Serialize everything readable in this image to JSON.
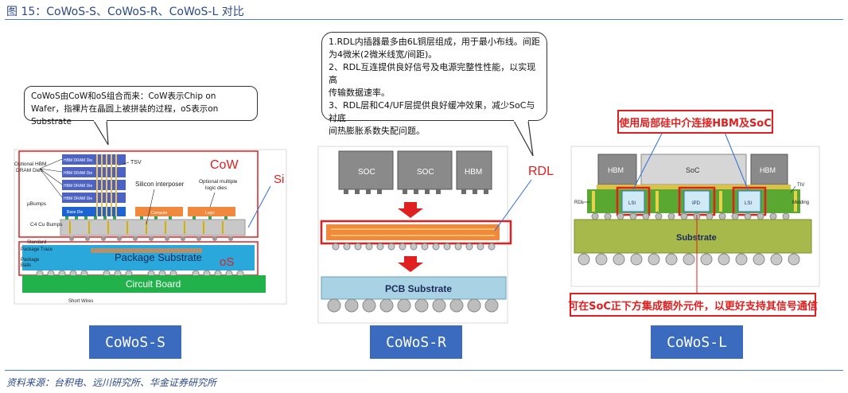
{
  "figure": {
    "title": "图 15：CoWoS-S、CoWoS-R、CoWoS-L 对比",
    "source": "资料来源：台积电、远川研究所、华金证券研究所"
  },
  "panel_s": {
    "callout": "CoWoS由CoW和oS组合而来：CoW表示Chip on Wafer，指裸片在晶圆上被拼装的过程，oS表示on Substrate",
    "labels": {
      "cow": "CoW",
      "si": "Si",
      "os": "oS",
      "tsv": "TSV",
      "optional_hbm": "Optional HBM",
      "dram_dies": "DRAM Dies",
      "silicon_interposer": "Silicon interposer",
      "optional_multiple": "Optional multiple",
      "logic_dies": "logic dies",
      "ubumps": "µBumps",
      "c4_cu_bumps": "C4 Cu Bumps",
      "standard": "Standard",
      "package_trace": "Package Trace",
      "package": "Package",
      "balls": "Balls",
      "package_substrate": "Package Substrate",
      "circuit_board": "Circuit Board",
      "short_wires": "Short Wires",
      "hbm_dram_die": "HBM DRAM Die",
      "base_die": "Base Die",
      "compute": "Compute",
      "logic": "Logic"
    },
    "name": "CoWoS-S"
  },
  "panel_r": {
    "callout_lines": [
      "1.RDL内插器最多由6L铜层组成，用于最小布线。间距",
      "为4微米(2微米线宽/间距)。",
      "2、RDL互连提供良好信号及电源完整性性能，以实现高",
      "传输数据速率。",
      "3、RDL层和C4/UF层提供良好缓冲效果，减少SoC与衬底",
      "间热膨胀系数失配问题。"
    ],
    "labels": {
      "soc1": "SOC",
      "soc2": "SOC",
      "hbm": "HBM",
      "rdl": "RDL",
      "pcb_substrate": "PCB Substrate"
    },
    "name": "CoWoS-R"
  },
  "panel_l": {
    "top_note": "使用局部硅中介连接HBM及SoC",
    "bottom_note": "可在SoC正下方集成额外元件，以更好支持其信号通信",
    "labels": {
      "hbm_left": "HBM",
      "soc": "SoC",
      "hbm_right": "HBM",
      "rdl": "RDL",
      "tiv": "TIV",
      "molding": "Molding",
      "lsi_left": "LSI",
      "ipd": "IPD",
      "lsi_right": "LSI",
      "substrate": "Substrate"
    },
    "name": "CoWoS-L"
  },
  "colors": {
    "accent_blue": "#3a6bbf",
    "title_blue": "#2b4a8b",
    "highlight_red": "#e02020",
    "substrate_olive": "#a7b94a",
    "circuit_green": "#22b24c",
    "package_cyan": "#2aa8dc",
    "die_gray": "#8a8a8a"
  }
}
